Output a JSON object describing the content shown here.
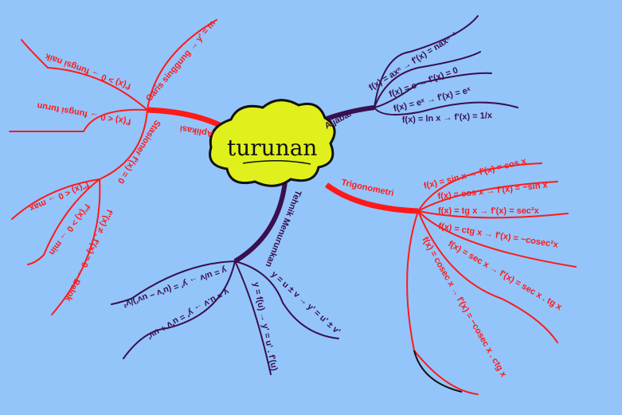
{
  "center": {
    "title": "turunan"
  },
  "aljabar": {
    "label": "Aljabar",
    "items": [
      "f(x) = axⁿ → f'(x) = naxⁿ⁻¹",
      "f(x) = c → f'(x) = 0",
      "f(x) = eˣ → f'(x) = eˣ",
      "f(x) = ln x → f'(x) = 1/x"
    ]
  },
  "trigonometri": {
    "label": "Trigonometri",
    "items": [
      "f(x) = sin x → f'(x) = cos x",
      "f(x) = cos x → f'(x) = −sin x",
      "f(x) = tg x → f'(x) = sec²x",
      "f(x) = ctg x → f'(x) = −cosec²x",
      "f(x) = sec x → f'(x) = sec x . tg x",
      "f(x) = cosec x → f'(x) = −cosec x . ctg x"
    ]
  },
  "aplikasi": {
    "label": "Aplikasi",
    "garis_singgung": "Garis singgung → y' = m",
    "naik": "f'(x) > 0 → fungsi naik",
    "turun": "f'(x) < 0 → fungsi turun",
    "stasioner": "Stasioner f'(x) = 0",
    "max": "f''(x) < 0 → max",
    "min": "f''(x) > 0 → min",
    "belok": "f''(x) ≠ , f'(x) = 0 → Belok"
  },
  "tehnik": {
    "label": "Tehnik Menurunkan",
    "items": [
      "y = u ± v → y' = u' ± v'",
      "y = f(u) → y' = u' . f'(u)",
      "y = u.v → y' = u'v + uv'",
      "y = u/v → y' = (u'v − uv')/v²"
    ]
  }
}
